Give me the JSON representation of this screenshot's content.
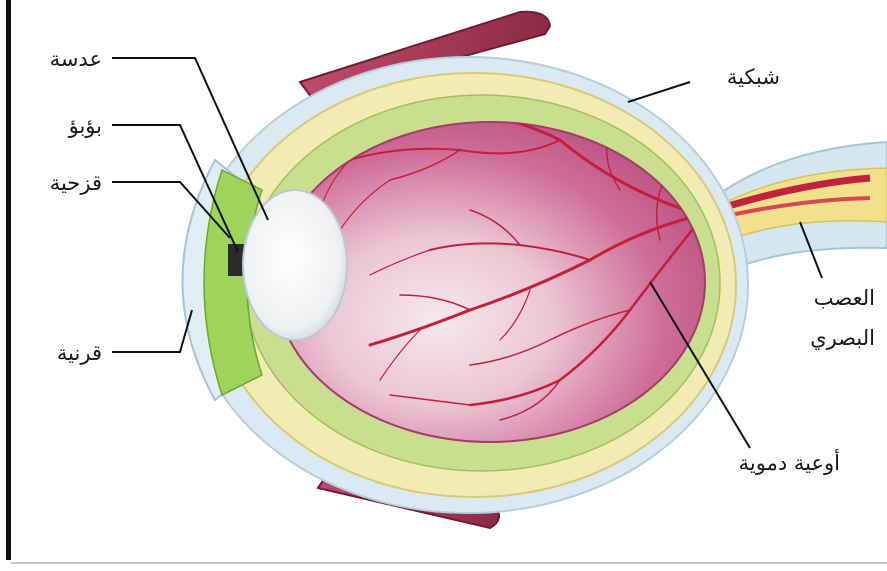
{
  "diagram": {
    "labels": {
      "lens": "عدسة",
      "pupil": "بؤبؤ",
      "iris": "قزحية",
      "cornea": "قرنية",
      "retina": "شبكية",
      "optic_nerve_line1": "العصب",
      "optic_nerve_line2": "البصري",
      "blood_vessels": "أوعية دموية"
    }
  }
}
